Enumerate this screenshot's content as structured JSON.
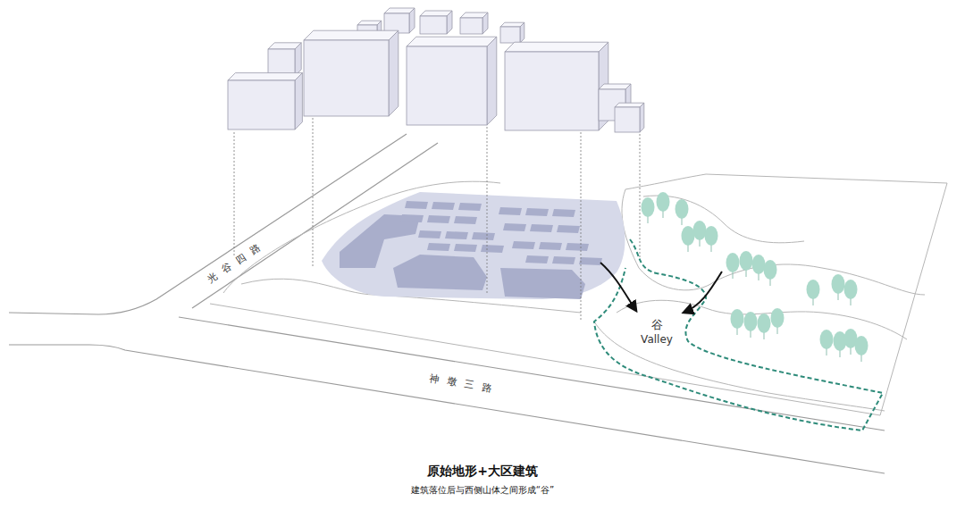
{
  "diagram": {
    "title": "原始地形+大区建筑",
    "caption": "建筑落位后与西侧山体之间形成“谷”",
    "labels": [
      "光谷四路",
      "神墩三路",
      "谷",
      "Valley"
    ]
  }
}
